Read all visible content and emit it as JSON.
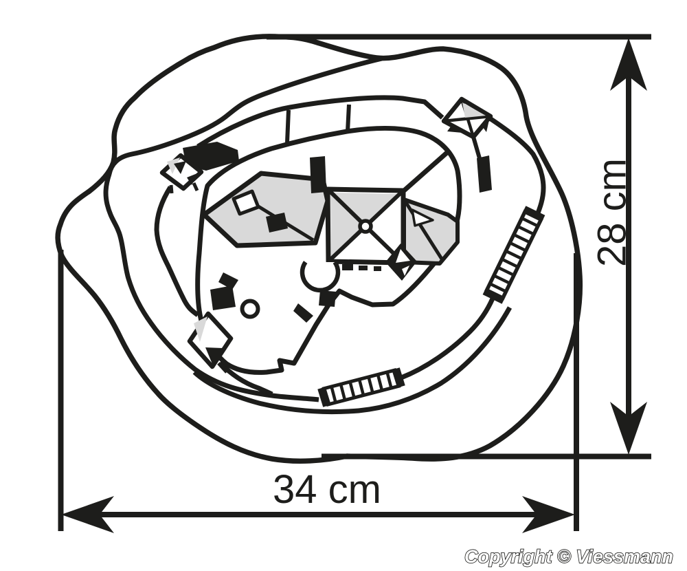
{
  "theme": {
    "ink": "#1d1d1b",
    "gray": "#d9d9d9",
    "paper": "#ffffff"
  },
  "drawing": {
    "subject": "castle model footprint plan, top view",
    "dimensions": {
      "width_label": "34 cm",
      "height_label": "28 cm",
      "width_cm": 34,
      "height_cm": 28
    },
    "icons": [
      "arrow-up-icon",
      "arrow-down-icon",
      "arrow-left-icon",
      "arrow-right-icon"
    ]
  },
  "footer": {
    "copyright": "Copyright © Viessmann"
  }
}
